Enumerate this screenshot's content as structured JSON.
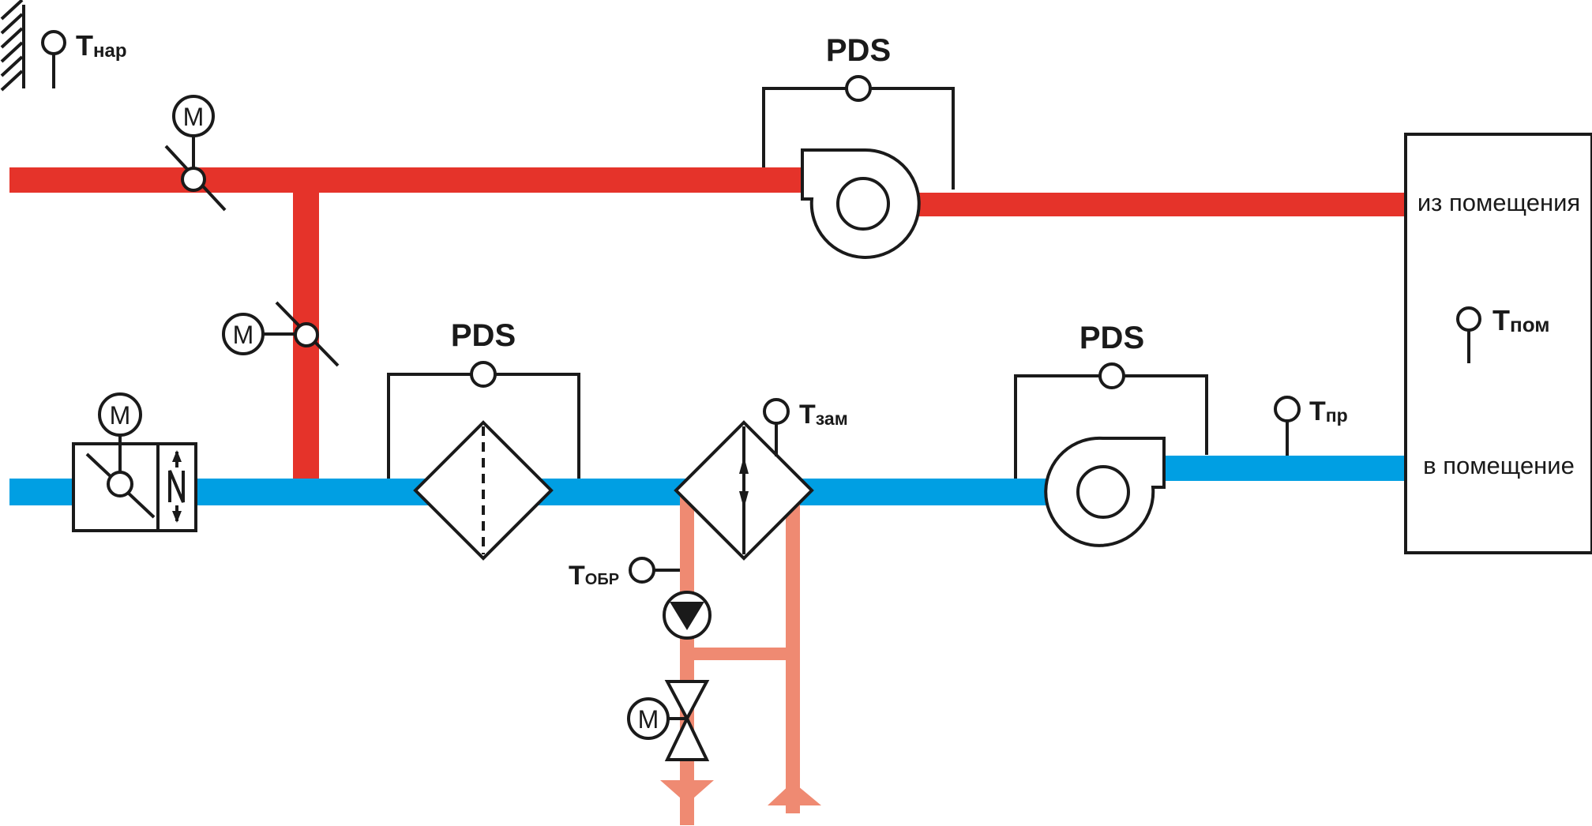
{
  "colors": {
    "exhaust_duct": "#e5332a",
    "supply_duct": "#009fe3",
    "water_pipe": "#ef8a72",
    "outline": "#1a1a1a"
  },
  "labels": {
    "pds_exhaust": "PDS",
    "pds_filter": "PDS",
    "pds_supply": "PDS",
    "motor": "M",
    "room_from": "из помещения",
    "room_to": "в помещение"
  },
  "sensors": {
    "outdoor": {
      "main": "T",
      "sub": "нар"
    },
    "room": {
      "main": "T",
      "sub": "пом"
    },
    "supply": {
      "main": "T",
      "sub": "пр"
    },
    "frost": {
      "main": "T",
      "sub": "зам"
    },
    "return": {
      "main": "T",
      "sub": "ОБР"
    }
  },
  "icons": {
    "motor": "motor-icon",
    "damper": "damper-icon",
    "fan": "fan-icon",
    "filter": "filter-icon",
    "heat_exchanger": "heat-exchanger-icon",
    "pump": "pump-icon",
    "valve": "valve-icon",
    "sensor": "sensor-icon",
    "wall": "wall-hatch-icon"
  }
}
